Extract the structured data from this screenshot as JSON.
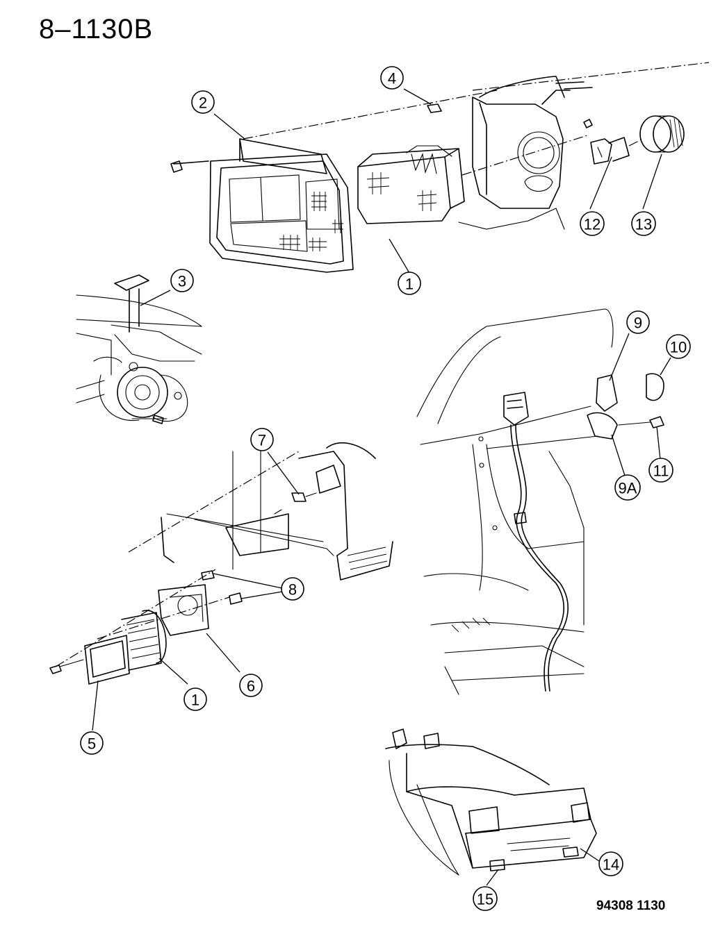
{
  "sheet": {
    "title": "8–1130B",
    "drawing_number": "94308  1130"
  },
  "callouts": {
    "c1_top": "1",
    "c2": "2",
    "c3": "3",
    "c4": "4",
    "c12": "12",
    "c13": "13",
    "c7": "7",
    "c8": "8",
    "c9": "9",
    "c9a": "9A",
    "c10": "10",
    "c11": "11",
    "c1_bottom": "1",
    "c6": "6",
    "c5": "5",
    "c14": "14",
    "c15": "15"
  }
}
